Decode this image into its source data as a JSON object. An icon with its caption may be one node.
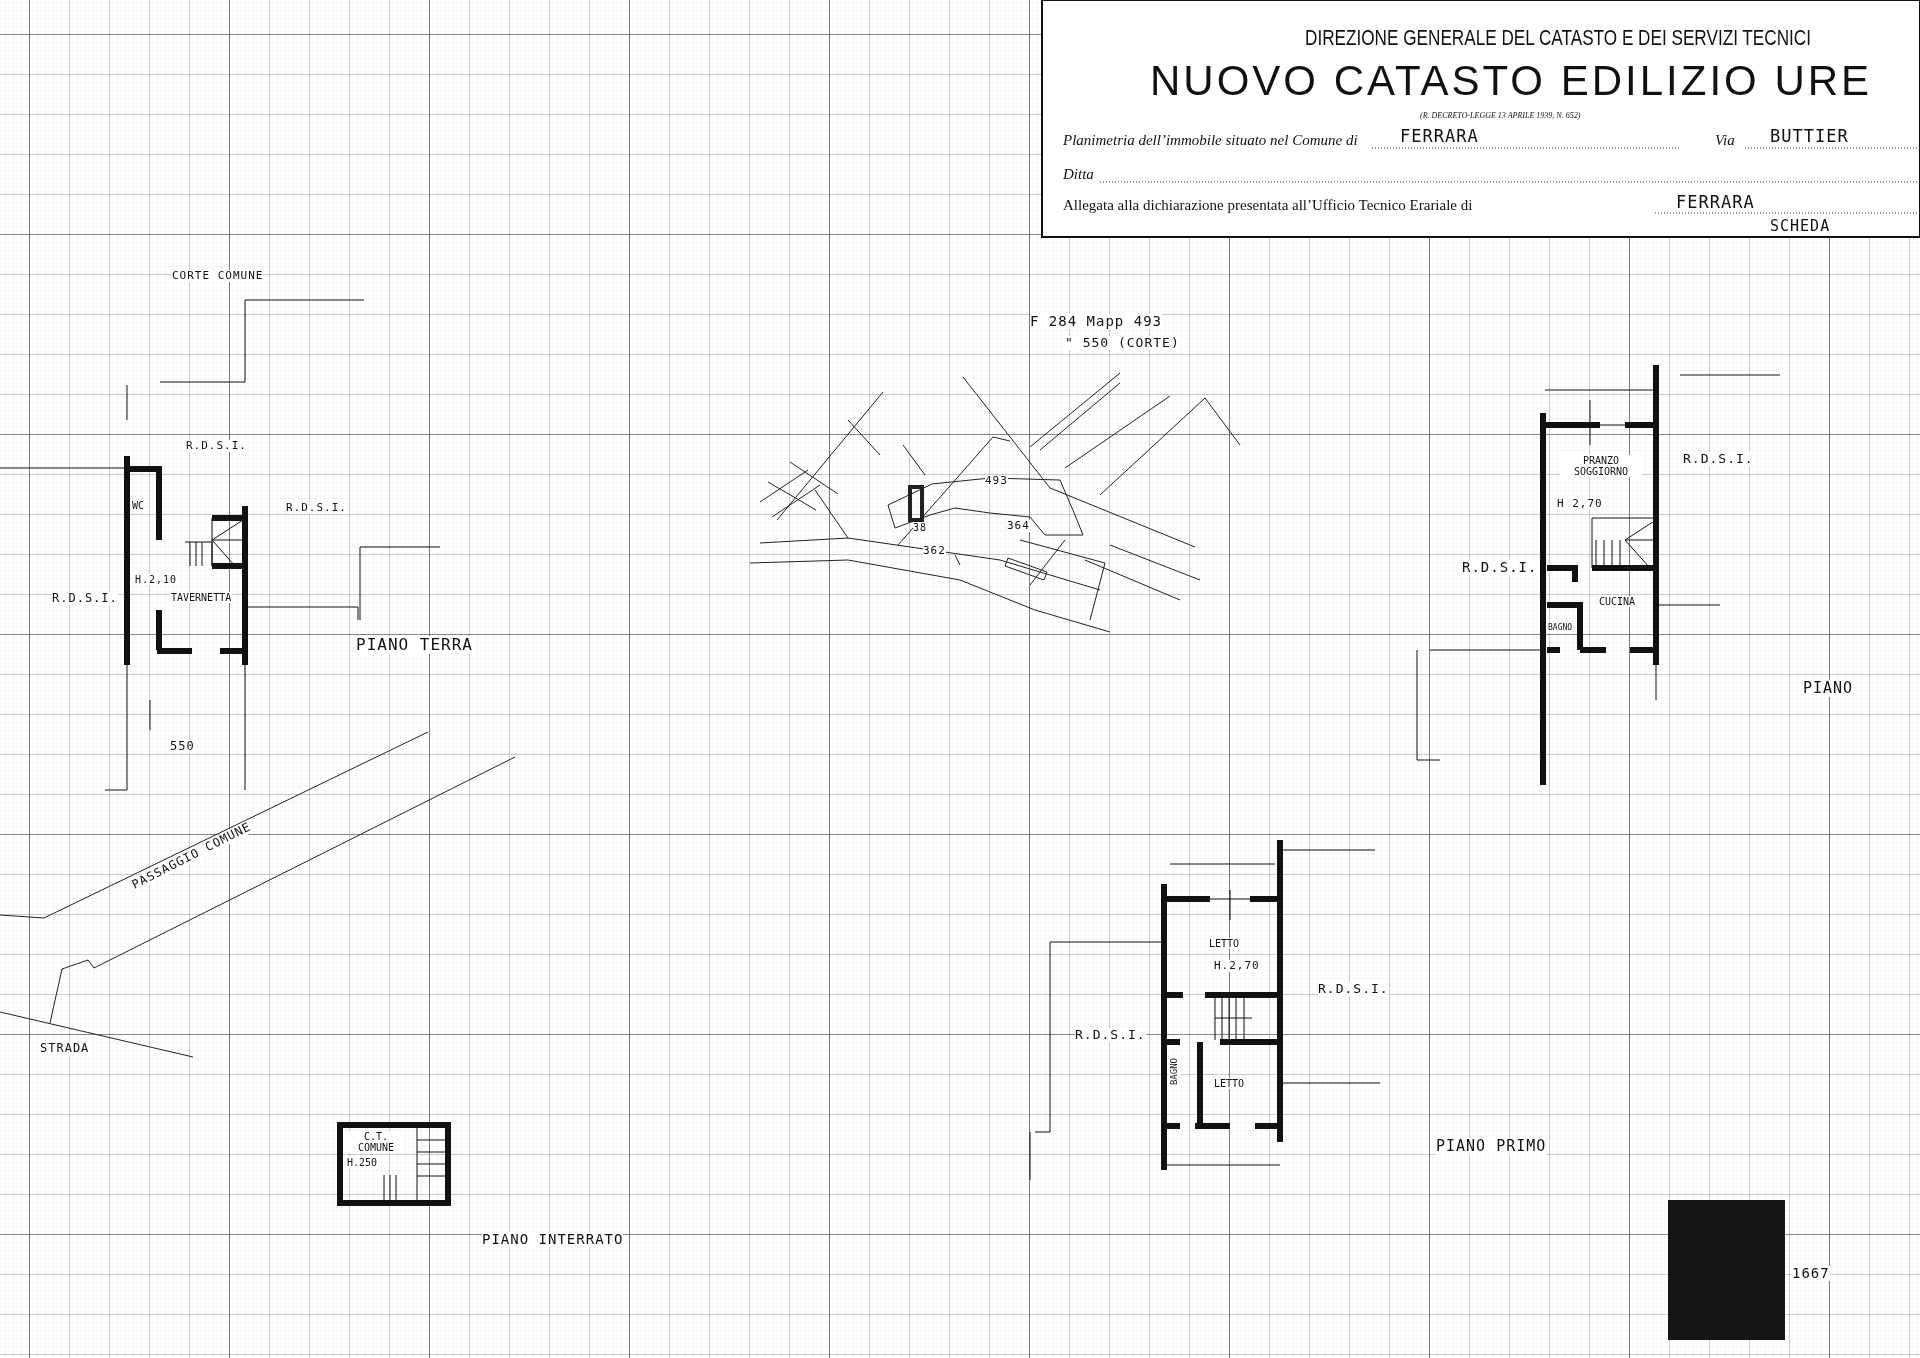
{
  "diagram": {
    "title": "NUOVO CATASTO EDILIZIO URE",
    "nodes": [
      {
        "text": [
          "WC"
        ]
      },
      {
        "text": [
          "TAVERNETTA"
        ]
      },
      {
        "text": [
          "PRANZO SOGGIORNO"
        ]
      },
      {
        "text": [
          "CUCINA"
        ]
      },
      {
        "text": [
          "BAGNO"
        ]
      },
      {
        "text": [
          "LETTO"
        ]
      },
      {
        "text": [
          "BAGNO"
        ]
      },
      {
        "text": [
          "LETTO"
        ]
      },
      {
        "text": [
          "C.T. COMUNE"
        ],
        "beside": [
          "H.250"
        ]
      }
    ],
    "labels": [
      "DIREZIONE GENERALE DEL CATASTO E DEI SERVIZI TECNICI",
      "(R. DECRETO-LEGGE 13 APRILE 1939, N. 652)",
      "Planimetria dell’immobile situato nel Comune di",
      "FERRARA",
      "Via",
      "BUTTIER",
      "Ditta",
      "Allegata alla dichiarazione presentata all’Ufficio Tecnico Erariale di",
      "FERRARA",
      "SCHEDA",
      "CORTE COMUNE",
      "F 284 Mapp 493",
      "\" 550 (CORTE)",
      "R.D.S.I.",
      "R.D.S.I.",
      "493",
      "R.D.S.I.",
      "H 2,70",
      "38",
      "364",
      "362",
      "H.2,10",
      "R.D.S.I.",
      "R.D.S.I.",
      "PIANO TERRA",
      "PIANO",
      "550",
      "PASSAGGIO COMUNE",
      "H.2,70",
      "R.D.S.I.",
      "R.D.S.I.",
      "STRADA",
      "PIANO PRIMO",
      "PIANO INTERRATO",
      "1667"
    ]
  }
}
